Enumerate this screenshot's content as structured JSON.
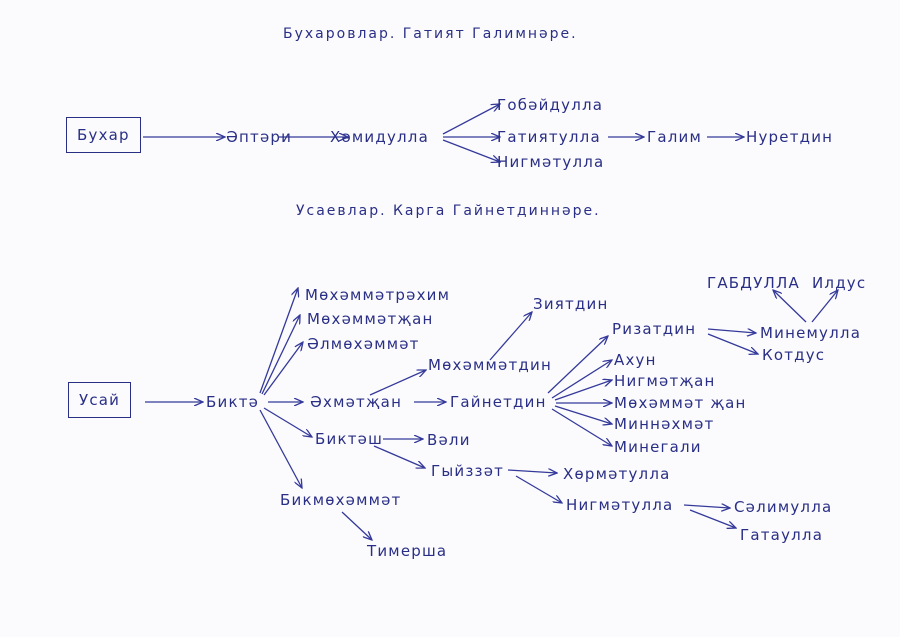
{
  "titles": {
    "bukharov": "Бухаровлар. Гатият Галимнәре.",
    "usaev": "Усаевлар. Карга Гайнетдиннәре."
  },
  "nodes": {
    "bukhar": "Бухар",
    "eptari": "Әптәри",
    "khamidulla": "Хәмидулла",
    "gobaydulla": "Гобәйдулла",
    "gatiyatulla": "Гатиятулла",
    "nigmatulla1": "Нигмәтулла",
    "galim": "Галим",
    "nuretdin": "Нуретдин",
    "usai": "Усай",
    "bikte": "Биктә",
    "mokhammatrakhim": "Мөхәммәтрәхим",
    "mokhammatzhan": "Мөхәммәтҗан",
    "almokhammat": "Әлмөхәммәт",
    "akhmatzhan": "Әхмәтҗан",
    "biktash": "Биктәш",
    "bikmokhammat": "Бикмөхәммәт",
    "timersha": "Тимерша",
    "mokhammatdin": "Мөхәммәтдин",
    "ziyatdin": "Зиятдин",
    "gainetdin": "Гайнетдин",
    "rizatdin": "Ризатдин",
    "akhun": "Ахун",
    "nigmatzhan": "Нигмәтҗан",
    "mokhammatzhan2": "Мөхәммәт җан",
    "minnakhmat": "Миннәхмәт",
    "minegali": "Минегали",
    "minemulla": "Минемулла",
    "kotdus": "Котдус",
    "gabdulla": "ГАБДУЛЛА",
    "ildus": "Илдус",
    "vali": "Вәли",
    "gyyzzat": "Гыйззәт",
    "khormatulla": "Хөрмәтулла",
    "nigmatulla2": "Нигмәтулла",
    "salimulla": "Сәлимулла",
    "gataulla": "Гатаулла"
  }
}
